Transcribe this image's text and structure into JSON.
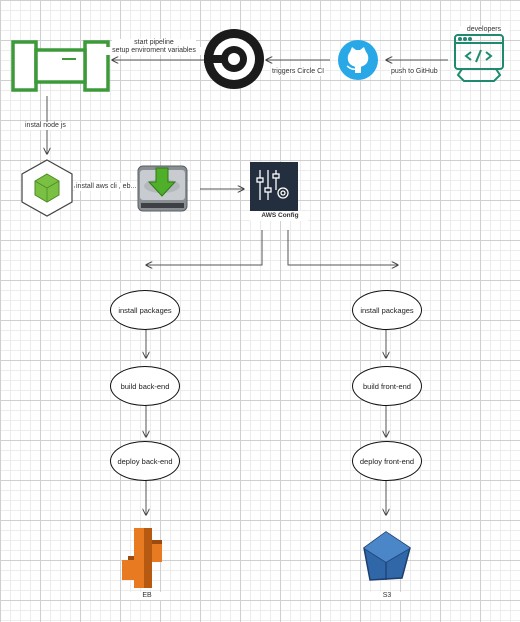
{
  "nodes": {
    "developers": "developers",
    "github_label": "push to GitHub",
    "circleci_edge_label": "triggers Circle CI",
    "pipeline_label_line1": "start pipeline",
    "pipeline_label_line2": "setup enviroment variables",
    "node_label": "instal node js",
    "awscli_label": "install aws cli , eb...",
    "aws_config": "AWS Config"
  },
  "backend": {
    "step1": "install packages",
    "step2": "build back-end",
    "step3": "deploy back-end",
    "target": "EB"
  },
  "frontend": {
    "step1": "install packages",
    "step2": "build front-end",
    "step3": "deploy front-end",
    "target": "S3"
  },
  "colors": {
    "green": "#3d9a3a",
    "github_blue": "#29a8e8",
    "teal": "#1f8a6f",
    "aws_orange": "#e87a22",
    "s3_blue": "#2f67a8",
    "aws_dark": "#232f3e"
  }
}
